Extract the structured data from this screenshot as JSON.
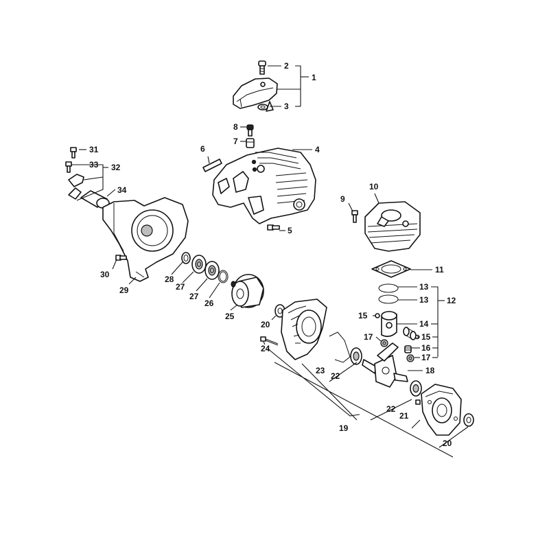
{
  "callouts": [
    {
      "id": "c1",
      "text": "1"
    },
    {
      "id": "c2",
      "text": "2"
    },
    {
      "id": "c3",
      "text": "3"
    },
    {
      "id": "c4",
      "text": "4"
    },
    {
      "id": "c5",
      "text": "5"
    },
    {
      "id": "c6",
      "text": "6"
    },
    {
      "id": "c7",
      "text": "7"
    },
    {
      "id": "c8",
      "text": "8"
    },
    {
      "id": "c9",
      "text": "9"
    },
    {
      "id": "c10",
      "text": "10"
    },
    {
      "id": "c11",
      "text": "11"
    },
    {
      "id": "c12",
      "text": "12"
    },
    {
      "id": "c13a",
      "text": "13"
    },
    {
      "id": "c13b",
      "text": "13"
    },
    {
      "id": "c14",
      "text": "14"
    },
    {
      "id": "c15a",
      "text": "15"
    },
    {
      "id": "c15b",
      "text": "15"
    },
    {
      "id": "c16",
      "text": "16"
    },
    {
      "id": "c17a",
      "text": "17"
    },
    {
      "id": "c17b",
      "text": "17"
    },
    {
      "id": "c18",
      "text": "18"
    },
    {
      "id": "c19",
      "text": "19"
    },
    {
      "id": "c20a",
      "text": "20"
    },
    {
      "id": "c20b",
      "text": "20"
    },
    {
      "id": "c21",
      "text": "21"
    },
    {
      "id": "c22a",
      "text": "22"
    },
    {
      "id": "c22b",
      "text": "22"
    },
    {
      "id": "c23",
      "text": "23"
    },
    {
      "id": "c24",
      "text": "24"
    },
    {
      "id": "c25",
      "text": "25"
    },
    {
      "id": "c26",
      "text": "26"
    },
    {
      "id": "c27a",
      "text": "27"
    },
    {
      "id": "c27b",
      "text": "27"
    },
    {
      "id": "c28",
      "text": "28"
    },
    {
      "id": "c29",
      "text": "29"
    },
    {
      "id": "c30",
      "text": "30"
    },
    {
      "id": "c31",
      "text": "31"
    },
    {
      "id": "c32",
      "text": "32"
    },
    {
      "id": "c33",
      "text": "33"
    },
    {
      "id": "c34",
      "text": "34"
    }
  ]
}
